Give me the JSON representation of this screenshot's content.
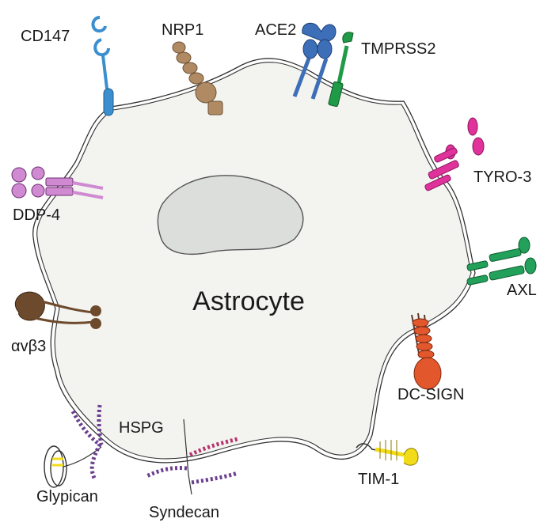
{
  "cell": {
    "label": "Astrocyte"
  },
  "receptors": [
    {
      "key": "cd147",
      "label": "CD147"
    },
    {
      "key": "nrp1",
      "label": "NRP1"
    },
    {
      "key": "ace2",
      "label": "ACE2"
    },
    {
      "key": "tmprss2",
      "label": "TMPRSS2"
    },
    {
      "key": "tyro3",
      "label": "TYRO-3"
    },
    {
      "key": "ddp4",
      "label": "DDP-4"
    },
    {
      "key": "axl",
      "label": "AXL"
    },
    {
      "key": "avb3",
      "label": "αvβ3"
    },
    {
      "key": "dcsign",
      "label": "DC-SIGN"
    },
    {
      "key": "hspg",
      "label": "HSPG"
    },
    {
      "key": "glypican",
      "label": "Glypican"
    },
    {
      "key": "syndecan",
      "label": "Syndecan"
    },
    {
      "key": "tim1",
      "label": "TIM-1"
    }
  ],
  "colors": {
    "cd147": "#3b8fcf",
    "nrp1": "#b08a63",
    "ace2": "#3d6fb8",
    "tmprss2": "#1f9a46",
    "tyro3": "#e0329b",
    "ddp4": "#cf8ad2",
    "axl": "#23a05a",
    "avb3": "#6e4a2c",
    "dcsign": "#e2572b",
    "hspg": "#6b3f8f",
    "syndecan_pink": "#b5346e",
    "tim1": "#f2dc1a",
    "cytoplasm": "#f3f3f0",
    "nucleus": "#dcdedc"
  }
}
